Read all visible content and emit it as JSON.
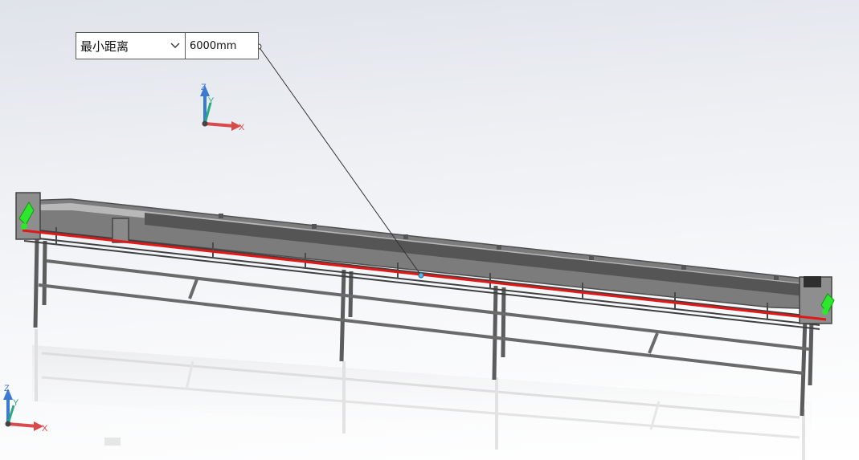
{
  "measurement": {
    "mode_label": "最小距离",
    "value": "6000mm"
  },
  "triad_top": {
    "z_label": "Z",
    "x_label": "X",
    "y_label": "Y"
  },
  "triad_bottom": {
    "z_label": "Z",
    "x_label": "X",
    "y_label": "Y"
  },
  "colors": {
    "background_top": "#dfe3ea",
    "background_bottom": "#ffffff",
    "frame_steel": "#5c5c5c",
    "frame_highlight": "#9a9a9a",
    "measure_line": "#e01818",
    "endpoint_marker": "#2fe62f",
    "leader_line": "#333333",
    "axis_z": "#3a7ad0",
    "axis_x": "#d94a4a",
    "axis_y": "#2aa880"
  },
  "icons": {
    "dropdown": "chevron-down-icon",
    "triad": "coordinate-triad-icon",
    "endpoint": "measure-endpoint-icon"
  }
}
